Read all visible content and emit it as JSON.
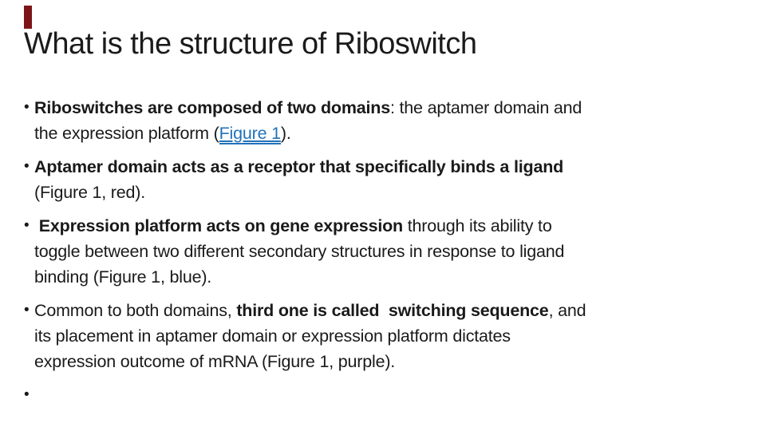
{
  "slide": {
    "title": "What is the structure of Riboswitch",
    "bullet_glyph": "•",
    "text_color": "#1a1a1a",
    "link_color": "#2272b9",
    "accent_bar_color": "#7d1518",
    "bullets": [
      {
        "segments": [
          {
            "style": "bold",
            "text": "Riboswitches are composed of two domains"
          },
          {
            "style": "normal",
            "text": ": the aptamer domain and\nthe expression platform ("
          },
          {
            "style": "link",
            "text": "Figure 1"
          },
          {
            "style": "normal",
            "text": ")."
          }
        ]
      },
      {
        "segments": [
          {
            "style": "bold",
            "text": "Aptamer domain acts as a receptor that specifically binds a ligand"
          },
          {
            "style": "normal",
            "text": "\n(Figure 1, red)."
          }
        ]
      },
      {
        "segments": [
          {
            "style": "bold",
            "text": " Expression platform acts on gene expression"
          },
          {
            "style": "normal",
            "text": " through its ability to\ntoggle between two different secondary structures in response to ligand\nbinding (Figure 1, blue)."
          }
        ]
      },
      {
        "segments": [
          {
            "style": "normal",
            "text": "Common to both domains, "
          },
          {
            "style": "bold",
            "text": "third one is called  switching sequence"
          },
          {
            "style": "normal",
            "text": ", and\nits placement in aptamer domain or expression platform dictates\nexpression outcome of mRNA (Figure 1, purple)."
          }
        ]
      },
      {
        "segments": []
      }
    ]
  }
}
